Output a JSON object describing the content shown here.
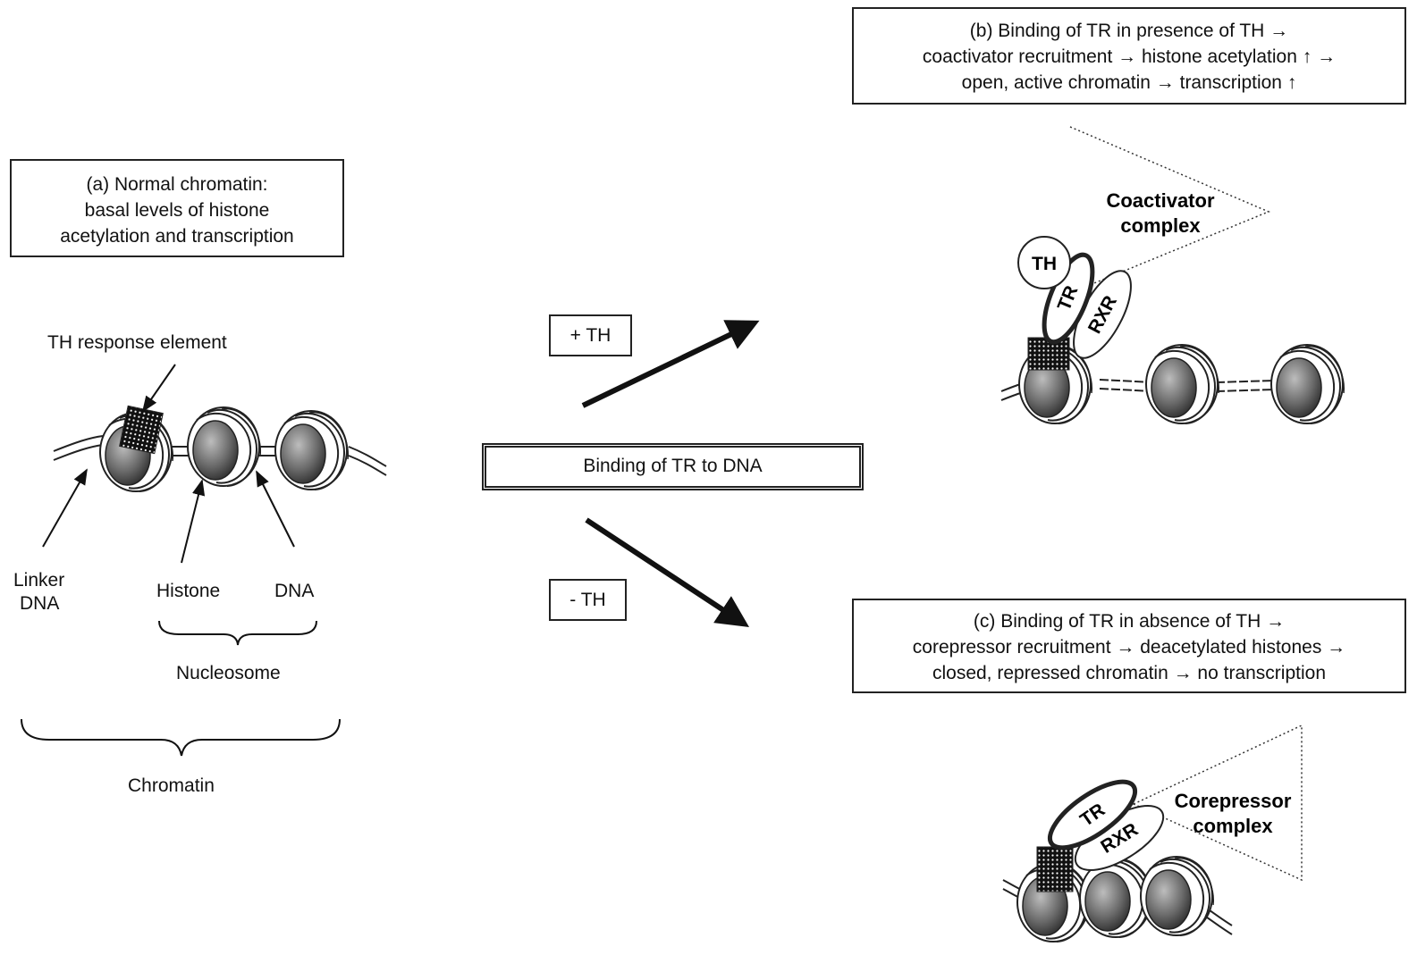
{
  "panel_a": {
    "lines": [
      "(a) Normal chromatin:",
      "basal levels of histone",
      "acetylation and transcription"
    ]
  },
  "panel_b": {
    "lines": [
      "(b) Binding of TR in presence of TH →",
      "coactivator recruitment → histone acetylation ↑ →",
      "open, active chromatin → transcription ↑"
    ]
  },
  "panel_c": {
    "lines": [
      "(c) Binding of TR in absence of TH →",
      "corepressor recruitment → deacetylated histones →",
      "closed, repressed chromatin → no transcription"
    ]
  },
  "center": {
    "binding": "Binding of  TR  to DNA",
    "plus_th": "+ TH",
    "minus_th": "- TH"
  },
  "left_labels": {
    "response_element": "TH response element",
    "linker_line1": "Linker",
    "linker_line2": "DNA",
    "histone": "Histone",
    "dna": "DNA",
    "nucleosome": "Nucleosome",
    "chromatin": "Chromatin"
  },
  "complex_b": {
    "th": "TH",
    "tr": "TR",
    "rxr": "RXR",
    "line1": "Coactivator",
    "line2": "complex"
  },
  "complex_c": {
    "tr": "TR",
    "rxr": "RXR",
    "line1": "Corepressor",
    "line2": "complex"
  }
}
